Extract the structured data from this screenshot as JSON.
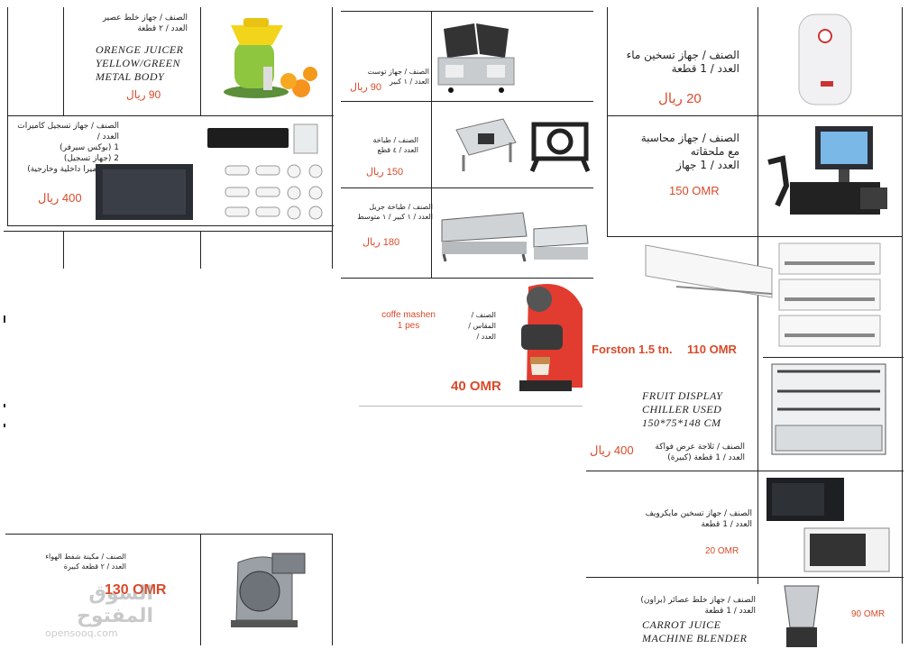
{
  "items": {
    "juicer": {
      "label1": "الصنف / جهاز خلط عصير",
      "label2": "العدد / ٢ قطعة",
      "en1": "ORENGE JUICER",
      "en2": "YELLOW/GREEN",
      "en3": "METAL BODY",
      "price": "90 ريال"
    },
    "cameras": {
      "label1": "الصنف / جهاز تسجيل كاميرات",
      "label2": "العدد /",
      "line1": "1 (بوكس سيرفر)",
      "line2": "2 (جهاز تسجيل)",
      "line3": "16 (كاميرا داخلية وخارجية)",
      "price": "400 ريال"
    },
    "toaster": {
      "label1": "الصنف / جهاز توست",
      "label2": "العدد / ١ كبير",
      "price": "90 ريال"
    },
    "stove": {
      "label1": "الصنف / طباخة",
      "label2": "العدد / ٤ قطع",
      "price": "150 ريال"
    },
    "griddle": {
      "label1": "الصنف / طباخة جريل",
      "label2": "العدد / ١ كبير / ١ متوسط",
      "price": "180 ريال"
    },
    "coffee": {
      "label1": "الصنف /",
      "label2": "المقاس /",
      "label3": "العدد /",
      "en1": "coffe mashen",
      "en2": "1 pes",
      "price": "40 OMR"
    },
    "heater": {
      "label1": "الصنف / جهاز تسخين ماء",
      "label2": "العدد / 1 قطعة",
      "price": "20 ريال"
    },
    "pos": {
      "label1": "الصنف / جهاز محاسبة",
      "label2": "مع ملحقاته",
      "label3": "العدد / 1 جهاز",
      "price": "150 OMR"
    },
    "ac": {
      "text": "Forston 1.5 tn.",
      "price": "110 OMR"
    },
    "chiller": {
      "en1": "FRUIT DISPLAY",
      "en2": "CHILLER USED",
      "en3": "150*75*148 CM",
      "label1": "الصنف / ثلاجة عرض فواكة",
      "label2": "العدد / 1 قطعة (كبيرة)",
      "price": "400 ريال"
    },
    "microwave": {
      "label1": "الصنف / جهاز تسخين مايكرويف",
      "label2": "العدد / 1 قطعة",
      "price": "20 OMR"
    },
    "blower": {
      "label1": "الصنف / مكينة شفط الهواء",
      "label2": "العدد / ٢ قطعة كبيرة",
      "price": "130 OMR"
    },
    "blender": {
      "label1": "الصنف / جهاز خلط عصائر (براون)",
      "label2": "العدد / 1 قطعة",
      "en1": "CARROT JUICE",
      "en2": "MACHINE BLENDER",
      "price": "90 OMR"
    }
  },
  "watermark": {
    "ar": "السوق المفتوح",
    "en": "opensooq.com"
  }
}
